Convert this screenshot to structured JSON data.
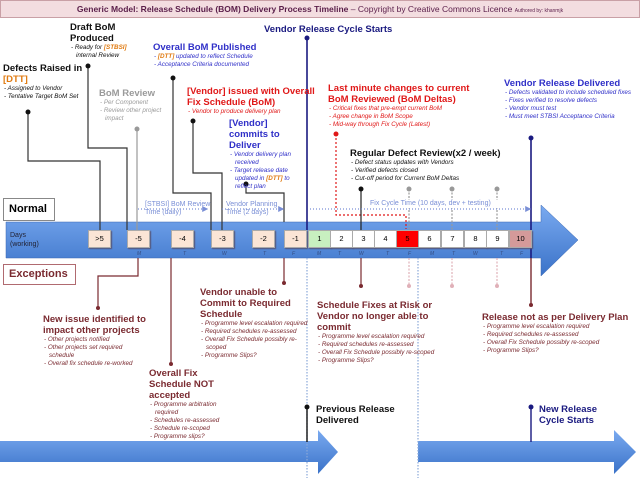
{
  "header": {
    "title_bold": "Generic Model: Release Schedule (BOM) Delivery Process Timeline",
    "title_rest": " – Copyright by Creative Commons Licence ",
    "author": "Authored by: khanmjk"
  },
  "highlight_tokens": [
    "[DTT]",
    "[STBSI]"
  ],
  "colors": {
    "black": "#111111",
    "grey": "#9a9a9a",
    "blue": "#3030c8",
    "navy": "#1a1a80",
    "red": "#e01818",
    "darkred": "#7a2a30",
    "band": "#4a86d8",
    "day_box": "#fbe5d6",
    "day1": "#c8f0c0",
    "day5": "#ff0000",
    "day10": "#d49a9a"
  },
  "lanes": {
    "normal": "Normal",
    "exceptions": "Exceptions",
    "days": "Days (working)"
  },
  "days": [
    ">5",
    "-5",
    "-4",
    "-3",
    "-2",
    "-1",
    "1",
    "2",
    "3",
    "4",
    "5",
    "6",
    "7",
    "8",
    "9",
    "10"
  ],
  "weekdays": [
    "M",
    "T",
    "W",
    "T",
    "F",
    "M",
    "T",
    "W",
    "T",
    "F",
    "M",
    "T",
    "W",
    "T",
    "F"
  ],
  "durations": [
    "[STBSI] BoM Review Time (daily)",
    "Vendor Planning Time (2 days)",
    "Fix Cycle Time (10 days, dev + testing)"
  ],
  "normal_events": [
    {
      "id": "defects",
      "color": "black",
      "title": "Defects Raised in [DTT]",
      "bullets": [
        "- Assigned to Vendor",
        "- Tentative Target BoM Set"
      ]
    },
    {
      "id": "draft",
      "color": "black",
      "title": "Draft BoM Produced",
      "bullets": [
        "- Ready for [STBSI] internal Review"
      ]
    },
    {
      "id": "review",
      "color": "grey",
      "title": "BoM Review",
      "bullets": [
        "- Per Component",
        "- Review other project impact"
      ]
    },
    {
      "id": "published",
      "color": "blue",
      "title": "Overall BoM Published",
      "bullets": [
        "- [DTT] updated to reflect Schedule",
        "- Acceptance Criteria documented"
      ]
    },
    {
      "id": "issued",
      "color": "red",
      "title": "[Vendor] issued with Overall Fix Schedule (BoM)",
      "bullets": [
        "- Vendor to produce delivery plan"
      ]
    },
    {
      "id": "commits",
      "color": "blue",
      "title": "[Vendor] commits to Deliver",
      "bullets": [
        "- Vendor delivery plan received",
        "- Target release date updated in [DTT] to reflect plan"
      ]
    },
    {
      "id": "cycle",
      "color": "navy",
      "title": "Vendor Release Cycle Starts",
      "bullets": []
    },
    {
      "id": "lastmin",
      "color": "red",
      "title": "Last minute changes to current BoM Reviewed (BoM Deltas)",
      "bullets": [
        "- Critical fixes that pre-empt current BoM",
        "- Agree change in BoM Scope",
        "- Mid-way through Fix Cycle (Latest)"
      ]
    },
    {
      "id": "regular",
      "color": "black",
      "title": "Regular Defect Review(x2 / week)",
      "bullets": [
        "- Defect status updates with Vendors",
        "- Verified defects closed",
        "- Cut-off period for Current BoM Deltas"
      ]
    },
    {
      "id": "delivered",
      "color": "blue",
      "title": "Vendor Release Delivered",
      "bullets": [
        "- Defects validated to include scheduled fixes",
        "- Fixes verified to resolve defects",
        "- Vendor must test",
        "- Must meet STBSI Acceptance Criteria"
      ]
    }
  ],
  "exception_events": [
    {
      "id": "newissue",
      "color": "darkred",
      "title": "New issue identified to impact other projects",
      "bullets": [
        "- Other projects notified",
        "- Other projects set required schedule",
        "- Overall fix schedule re-worked"
      ]
    },
    {
      "id": "notaccepted",
      "color": "darkred",
      "title": "Overall Fix Schedule NOT accepted",
      "bullets": [
        "- Programme arbitration required",
        "- Schedules re-assessed",
        "- Schedule re-scoped",
        "- Programme slips?"
      ]
    },
    {
      "id": "unable",
      "color": "darkred",
      "title": "Vendor unable to Commit to Required Schedule",
      "bullets": [
        "- Programme level escalation required",
        "- Required schedules re-assessed",
        "- Overall Fix Schedule possibly re-scoped",
        "- Programme Slips?"
      ]
    },
    {
      "id": "atrisk",
      "color": "darkred",
      "title": "Schedule Fixes at Risk or Vendor no longer able to commit",
      "bullets": [
        "- Programme level escalation required",
        "- Required schedules re-assessed",
        "- Overall Fix Schedule possibly re-scoped",
        "- Programme Slips?"
      ]
    },
    {
      "id": "notplan",
      "color": "darkred",
      "title": "Release not as per Delivery Plan",
      "bullets": [
        "- Programme level escalation required",
        "- Required schedules re-assessed",
        "- Overall Fix Schedule possibly re-scoped",
        "- Programme Slips?"
      ]
    }
  ],
  "release_events": [
    {
      "id": "prev",
      "color": "black",
      "title": "Previous Release Delivered",
      "bullets": []
    },
    {
      "id": "next",
      "color": "navy",
      "title": "New Release Cycle Starts",
      "bullets": []
    }
  ]
}
